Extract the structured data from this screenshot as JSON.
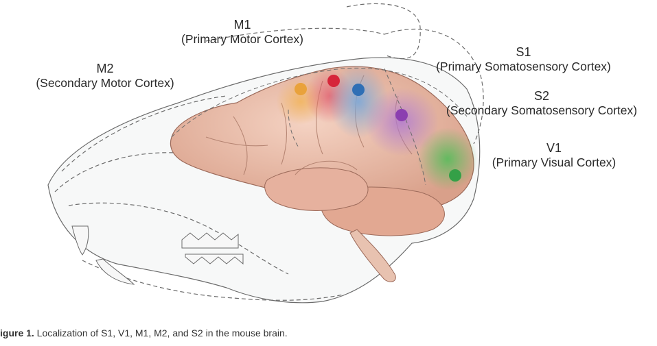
{
  "labels": {
    "m1": {
      "abbr": "M1",
      "full": "(Primary Motor Cortex)"
    },
    "m2": {
      "abbr": "M2",
      "full": "(Secondary Motor Cortex)"
    },
    "s1": {
      "abbr": "S1",
      "full": "(Primary Somatosensory Cortex)"
    },
    "s2": {
      "abbr": "S2",
      "full": "(Secondary Somatosensory Cortex)"
    },
    "v1": {
      "abbr": "V1",
      "full": "(Primary Visual Cortex)"
    }
  },
  "caption": {
    "figure": "igure 1.",
    "text": " Localization of S1, V1, M1, M2, and S2 in the mouse brain."
  },
  "colors": {
    "m2": "#e9a23b",
    "m1": "#d6263a",
    "s1": "#2f6fb5",
    "s2": "#8b3fb0",
    "v1": "#34a047",
    "brain": "#e8b9a6",
    "skull_outline": "#555555"
  }
}
